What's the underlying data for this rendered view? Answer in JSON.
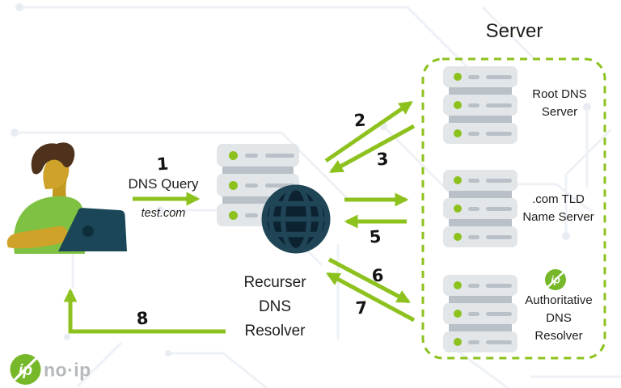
{
  "header": {
    "title": "Server"
  },
  "step1": {
    "number": "1",
    "label": "DNS Query",
    "query": "test.com"
  },
  "resolver": {
    "lines": [
      "Recurser",
      "DNS",
      "Resolver"
    ]
  },
  "server_group": {
    "root": {
      "line1": "Root DNS",
      "line2": "Server"
    },
    "tld": {
      "line1": ".com TLD",
      "line2": "Name Server"
    },
    "auth": {
      "line1": "Authoritative",
      "line2": "DNS",
      "line3": "Resolver"
    }
  },
  "flow_steps": {
    "step2": "2",
    "step3": "3",
    "step5": "5",
    "step6": "6",
    "step7": "7",
    "step8": "8"
  },
  "brand": {
    "wordmark": "no·ip",
    "monogram": "ip"
  },
  "colors": {
    "accent_green": "#8dc21e",
    "logo_green": "#76b82a",
    "dark_teal": "#1b4658",
    "server_gray": "#e2e6e9",
    "connector_gray": "#b9c0c7",
    "ink": "#1d1d1b",
    "wordmark_gray": "#b5b9bc"
  }
}
